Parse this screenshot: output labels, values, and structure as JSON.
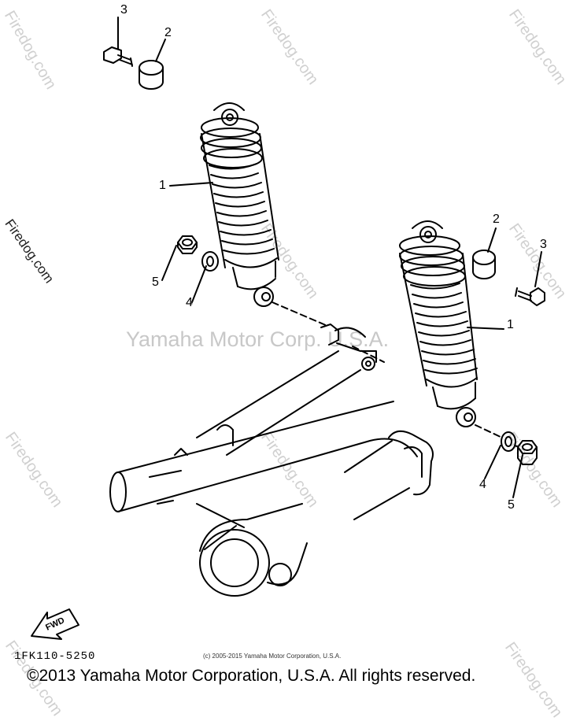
{
  "diagram": {
    "callouts": [
      "1",
      "2",
      "3",
      "4",
      "5"
    ],
    "watermark_site": "Firedog.com",
    "center_watermark": "Yamaha Motor Corp. U.S.A.",
    "part_code": "1FK110-5250",
    "small_copyright": "(c) 2005-2015 Yamaha Motor Corporation, U.S.A.",
    "footer_copyright": "©2013 Yamaha Motor Corporation, U.S.A. All rights reserved.",
    "fwd_label": "FWD"
  },
  "colors": {
    "line": "#000000",
    "watermark": "#d0d0d0",
    "background": "#ffffff"
  }
}
